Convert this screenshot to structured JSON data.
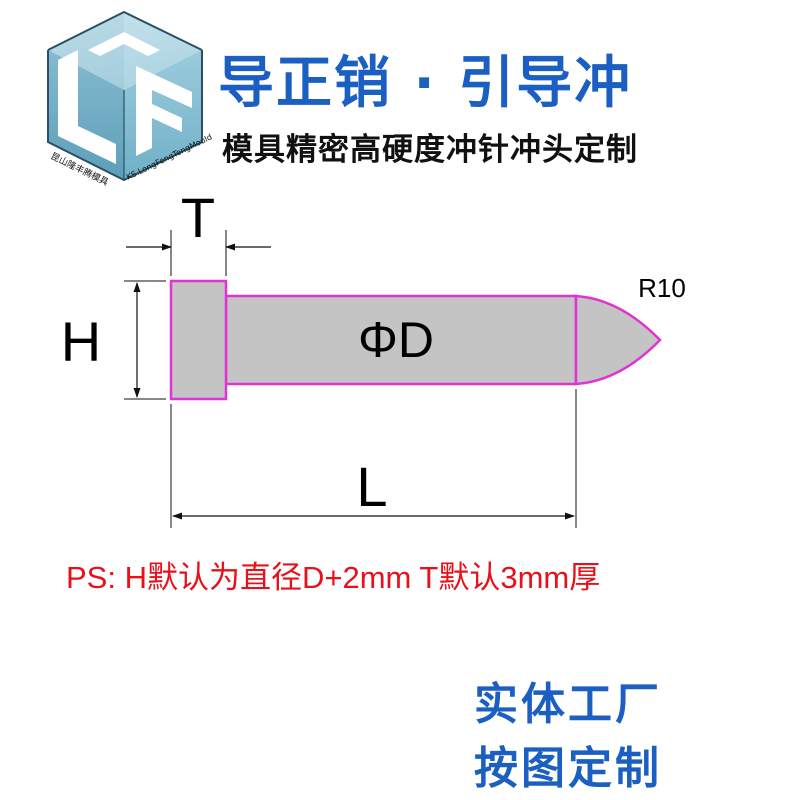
{
  "logo": {
    "letters": "LFT",
    "chinese_name": "昆山隆丰腾模具",
    "english_name": "KS.LongFengTengMould"
  },
  "header": {
    "title": "导正销 · 引导冲",
    "subtitle": "模具精密高硬度冲针冲头定制"
  },
  "diagram": {
    "label_T": "T",
    "label_H": "H",
    "label_D": "ΦD",
    "label_R": "R10",
    "label_L": "L"
  },
  "note": "PS: H默认为直径D+2mm  T默认3mm厚",
  "factory": {
    "line1": "实体工厂",
    "line2": "按图定制"
  },
  "colors": {
    "brand_blue": "#1b5fc2",
    "outline_magenta": "#e033d4",
    "part_gray": "#c4c4c4",
    "note_red": "#e8101a"
  }
}
